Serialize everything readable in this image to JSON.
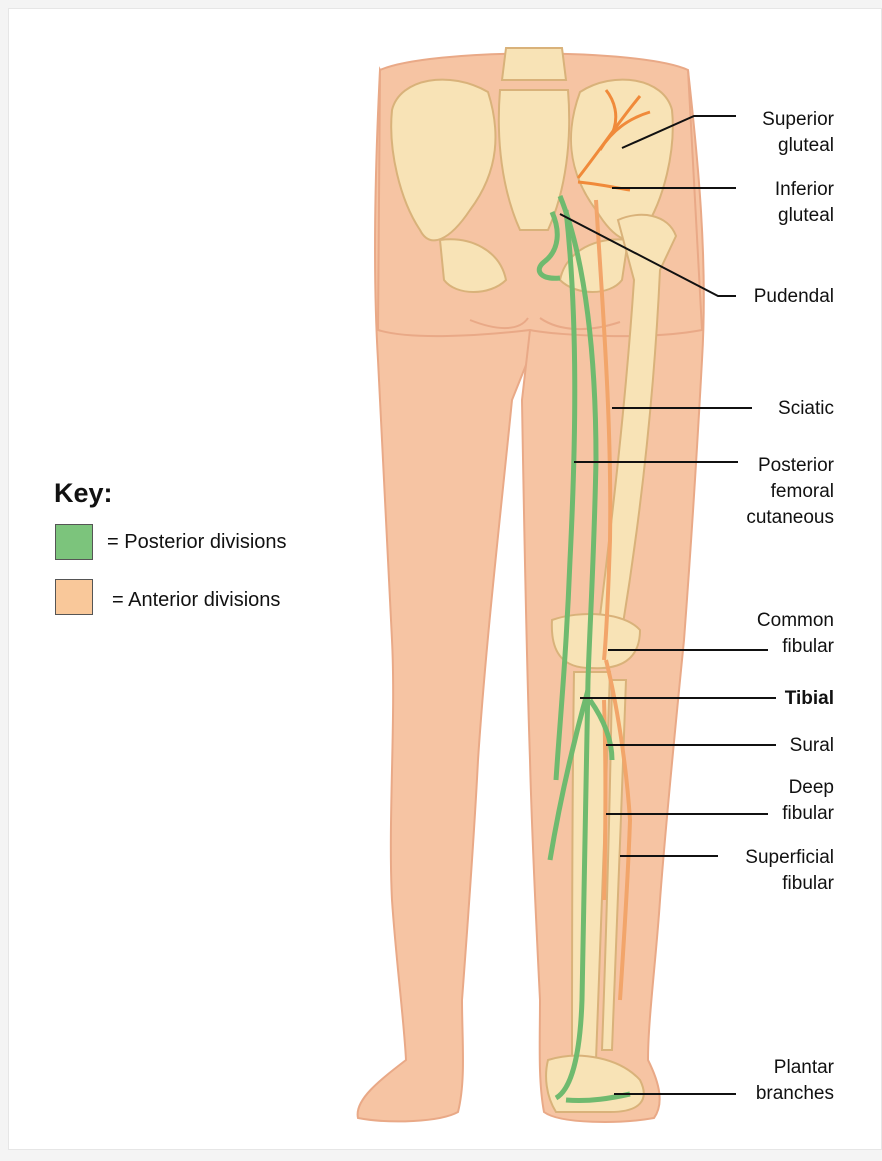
{
  "key": {
    "title": "Key:",
    "items": [
      {
        "label": "= Posterior divisions",
        "color": "#7cc47c"
      },
      {
        "label": "= Anterior divisions",
        "color": "#f9c89a"
      }
    ]
  },
  "colors": {
    "skin": "#f6c4a3",
    "skin_shadow": "#e9a987",
    "bone": "#f8e3b6",
    "bone_outline": "#d9b27a",
    "posterior_nerve": "#6fba6f",
    "anterior_nerve": "#f2a56a",
    "gluteal_artery": "#f08a3a",
    "leader_line": "#111111"
  },
  "labels": [
    {
      "id": "superior-gluteal",
      "text": "Superior\ngluteal"
    },
    {
      "id": "inferior-gluteal",
      "text": "Inferior\ngluteal"
    },
    {
      "id": "pudendal",
      "text": "Pudendal"
    },
    {
      "id": "sciatic",
      "text": "Sciatic"
    },
    {
      "id": "posterior-femoral-cutaneous",
      "text": "Posterior\nfemoral\ncutaneous"
    },
    {
      "id": "common-fibular",
      "text": "Common\nfibular"
    },
    {
      "id": "tibial",
      "text": "Tibial"
    },
    {
      "id": "sural",
      "text": "Sural"
    },
    {
      "id": "deep-fibular",
      "text": "Deep\nfibular"
    },
    {
      "id": "superficial-fibular",
      "text": "Superficial\nfibular"
    },
    {
      "id": "plantar-branches",
      "text": "Plantar\nbranches"
    }
  ]
}
